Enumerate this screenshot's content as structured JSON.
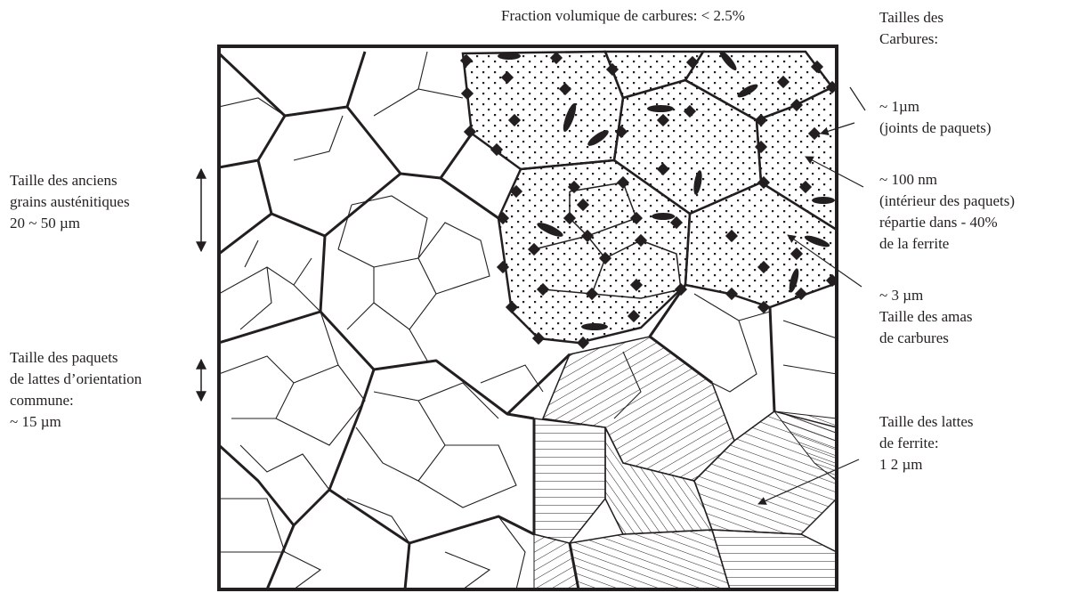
{
  "top_label": "Fraction volumique de carbures: < 2.5%",
  "left_labels": {
    "prior_austenite": [
      "Taille des anciens",
      "grains austénitiques",
      "20 ~ 50 µm"
    ],
    "packets": [
      "Taille des paquets",
      "de lattes d’orientation",
      "commune:",
      "~ 15 µm"
    ]
  },
  "right_labels": {
    "carbide_sizes": [
      "Tailles des",
      "Carbures:"
    ],
    "packet_boundaries": [
      "~ 1µm",
      "(joints de paquets)"
    ],
    "packet_interior": [
      "~ 100 nm",
      "(intérieur des paquets)",
      "répartie dans - 40%",
      "de la ferrite"
    ],
    "clusters": [
      "~ 3 µm",
      "Taille des amas",
      "de carbures"
    ],
    "laths": [
      "Taille des lattes",
      "de ferrite:",
      "1 2 µm"
    ]
  },
  "colors": {
    "ink": "#231f20",
    "background": "#ffffff"
  }
}
